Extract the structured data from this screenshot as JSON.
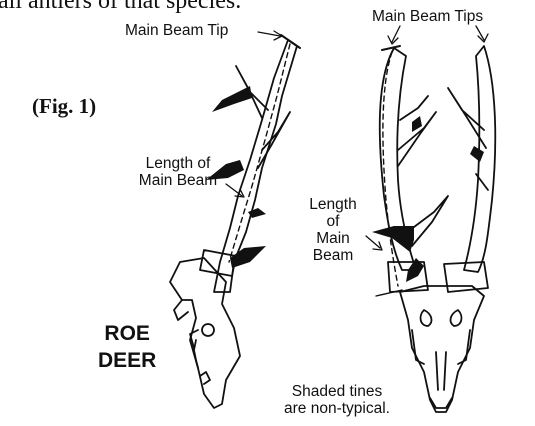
{
  "top_text": "all antlers of that species.",
  "figure_label": "(Fig. 1)",
  "labels": {
    "main_beam_tip": "Main Beam Tip",
    "length_of_main_beam": [
      "Length of",
      "Main Beam"
    ],
    "main_beam_tips": "Main Beam Tips",
    "length_of_main_beam_right": [
      "Length",
      "of",
      "Main",
      "Beam"
    ],
    "species": [
      "ROE",
      "DEER"
    ],
    "shaded_note": [
      "Shaded tines",
      "are non-typical."
    ]
  }
}
